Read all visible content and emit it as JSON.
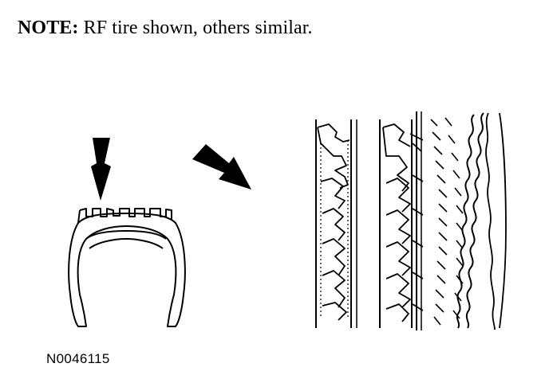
{
  "note": {
    "label": "NOTE:",
    "text": " RF tire shown, others similar."
  },
  "figure": {
    "tire_cross_section": "tire-cross-section",
    "tread_pattern": "tread-pattern",
    "indicator_arrows": [
      "down-arrow-icon",
      "diagonal-arrow-icon"
    ]
  },
  "reference_code": "N0046115",
  "colors": {
    "ink": "#000000",
    "background": "#ffffff"
  }
}
